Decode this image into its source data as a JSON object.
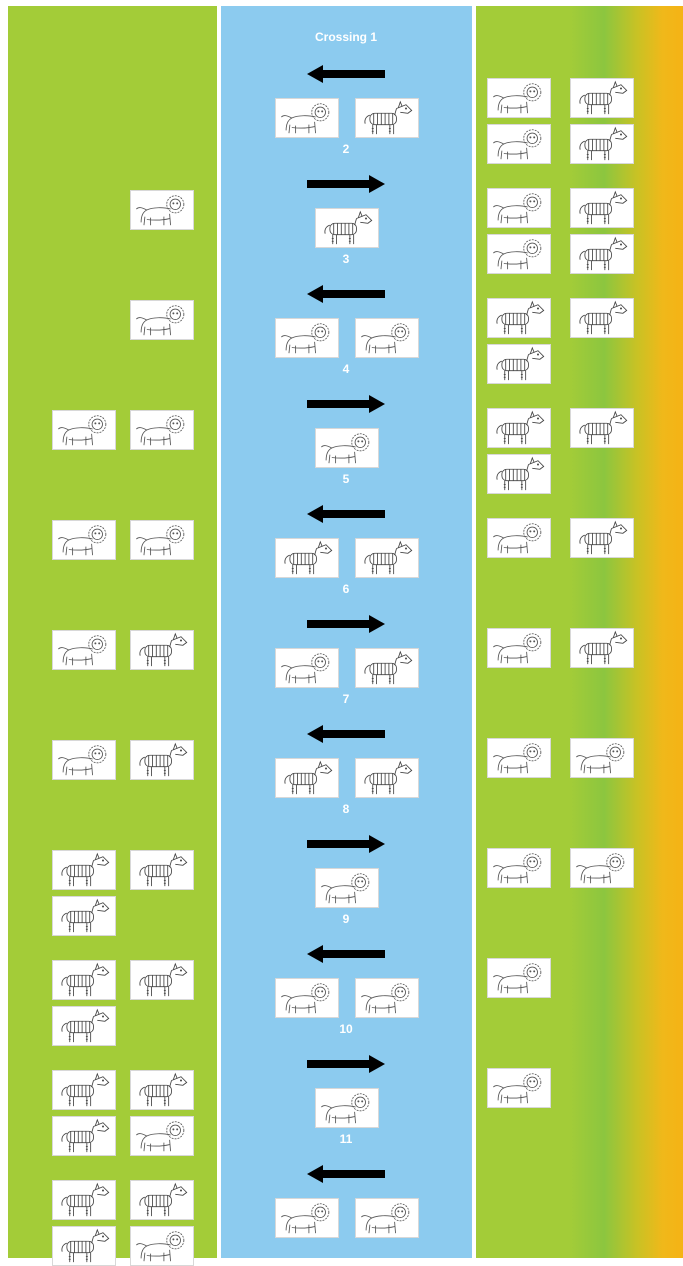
{
  "crossings": [
    {
      "label": "Crossing 1",
      "direction": "left",
      "left_bank": [],
      "boat": [
        "lion",
        "zebra"
      ],
      "right_bank": [
        [
          "lion",
          "zebra"
        ],
        [
          "lion",
          "zebra"
        ]
      ]
    },
    {
      "label": "2",
      "direction": "right",
      "left_bank": [
        [
          null,
          "lion"
        ]
      ],
      "boat": [
        "zebra"
      ],
      "right_bank": [
        [
          "lion",
          "zebra"
        ],
        [
          "lion",
          "zebra"
        ]
      ]
    },
    {
      "label": "3",
      "direction": "left",
      "left_bank": [
        [
          null,
          "lion"
        ]
      ],
      "boat": [
        "lion",
        "lion"
      ],
      "right_bank": [
        [
          "zebra",
          "zebra"
        ],
        [
          "zebra"
        ]
      ]
    },
    {
      "label": "4",
      "direction": "right",
      "left_bank": [
        [
          "lion",
          "lion"
        ]
      ],
      "boat": [
        "lion"
      ],
      "right_bank": [
        [
          "zebra",
          "zebra"
        ],
        [
          "zebra"
        ]
      ]
    },
    {
      "label": "5",
      "direction": "left",
      "left_bank": [
        [
          "lion",
          "lion"
        ]
      ],
      "boat": [
        "zebra",
        "zebra"
      ],
      "right_bank": [
        [
          "lion",
          "zebra"
        ]
      ]
    },
    {
      "label": "6",
      "direction": "right",
      "left_bank": [
        [
          "lion",
          "zebra"
        ]
      ],
      "boat": [
        "lion",
        "zebra"
      ],
      "right_bank": [
        [
          "lion",
          "zebra"
        ]
      ]
    },
    {
      "label": "7",
      "direction": "left",
      "left_bank": [
        [
          "lion",
          "zebra"
        ]
      ],
      "boat": [
        "zebra",
        "zebra"
      ],
      "right_bank": [
        [
          "lion",
          "lion"
        ]
      ]
    },
    {
      "label": "8",
      "direction": "right",
      "left_bank": [
        [
          "zebra",
          "zebra"
        ],
        [
          "zebra"
        ]
      ],
      "boat": [
        "lion"
      ],
      "right_bank": [
        [
          "lion",
          "lion"
        ]
      ]
    },
    {
      "label": "9",
      "direction": "left",
      "left_bank": [
        [
          "zebra",
          "zebra"
        ],
        [
          "zebra"
        ]
      ],
      "boat": [
        "lion",
        "lion"
      ],
      "right_bank": [
        [
          "lion"
        ]
      ]
    },
    {
      "label": "10",
      "direction": "right",
      "left_bank": [
        [
          "zebra",
          "zebra"
        ],
        [
          "zebra",
          "lion"
        ]
      ],
      "boat": [
        "lion"
      ],
      "right_bank": [
        [
          "lion"
        ]
      ]
    },
    {
      "label": "11",
      "direction": "left",
      "left_bank": [
        [
          "zebra",
          "zebra"
        ],
        [
          "zebra",
          "lion"
        ]
      ],
      "boat": [
        "lion",
        "lion"
      ],
      "right_bank": []
    }
  ],
  "colors": {
    "bank": "#a3cc38",
    "river": "#8ccbef",
    "far_edge": "#f5b315",
    "arrow": "#000000",
    "label": "#ffffff"
  },
  "icons": {
    "lion": "lion-icon",
    "zebra": "zebra-icon"
  }
}
